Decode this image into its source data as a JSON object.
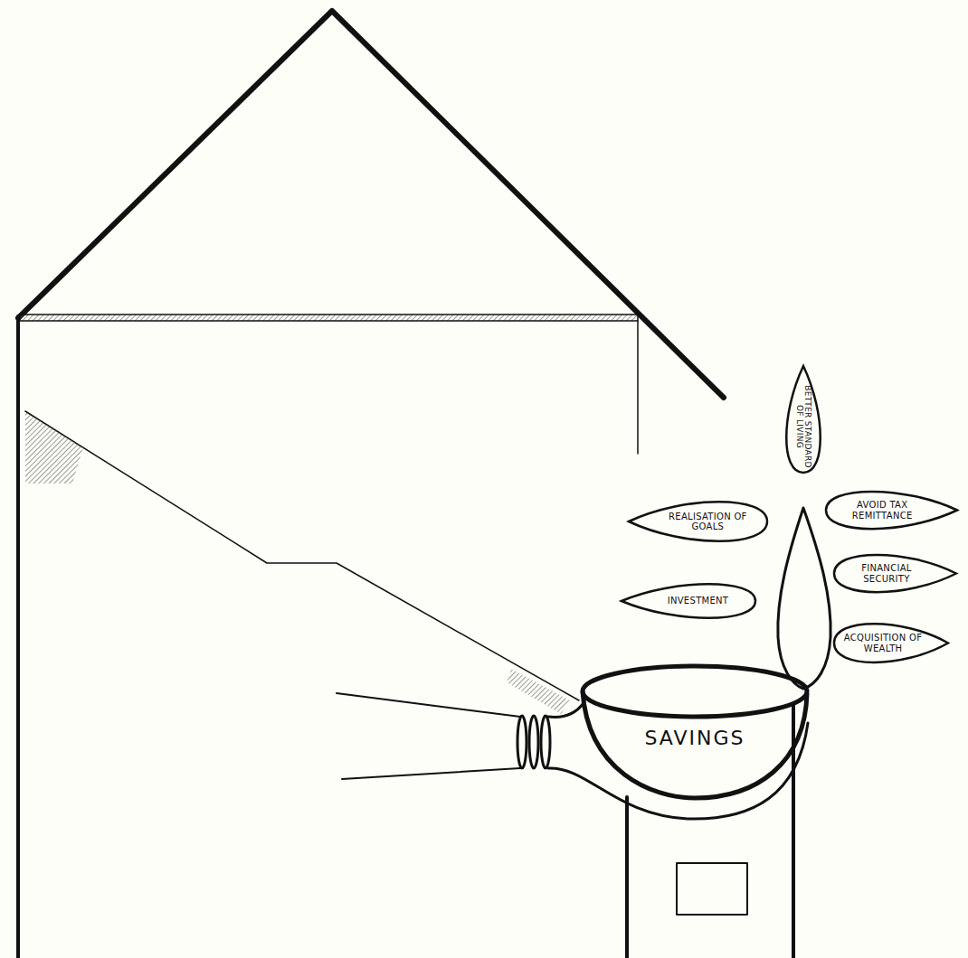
{
  "diagram": {
    "nodes": [
      {
        "text": [
          "BETTER STANDARD OF LIVING"
        ]
      },
      {
        "text": [
          "REALISATION OF GOALS"
        ]
      },
      {
        "text": [
          "AVOID TAX REMITTANCE"
        ]
      },
      {
        "text": [
          "INVESTMENT"
        ]
      },
      {
        "text": [
          "FINANCIAL SECURITY"
        ]
      },
      {
        "text": [
          "ACQUISITION OF WEALTH"
        ]
      },
      {
        "text": [
          "SAVINGS"
        ]
      }
    ]
  }
}
